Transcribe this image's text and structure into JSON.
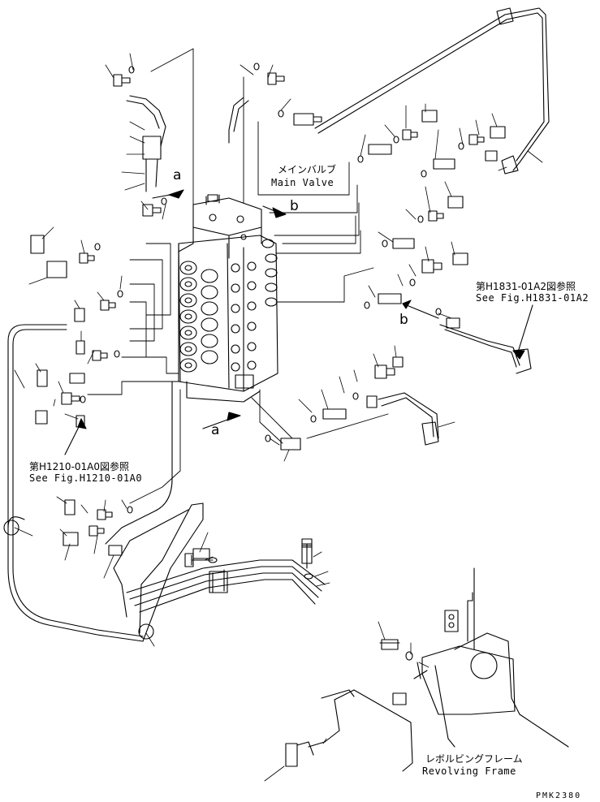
{
  "labels": {
    "main_valve_jp": "メインバルブ",
    "main_valve_en": "Main Valve",
    "ref1_jp": "第H1831-01A2図参照",
    "ref1_en": "See Fig.H1831-01A2",
    "ref2_jp": "第H1210-01A0図参照",
    "ref2_en": "See Fig.H1210-01A0",
    "frame_jp": "レボルビングフレーム",
    "frame_en": "Revolving Frame",
    "arrow_a": "a",
    "arrow_b": "b",
    "drawing_code": "PMK2380"
  },
  "colors": {
    "line": "#000000",
    "background": "#ffffff"
  }
}
